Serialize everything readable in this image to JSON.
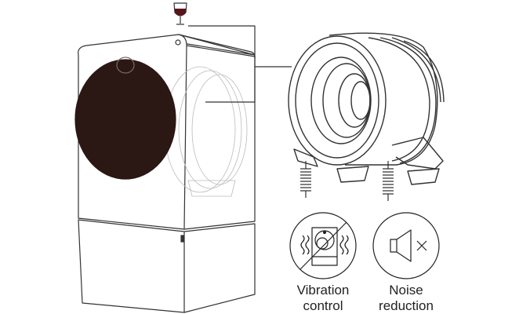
{
  "features": [
    {
      "icon": "vibration-control-icon",
      "label_line1": "Vibration",
      "label_line2": "control"
    },
    {
      "icon": "noise-reduction-icon",
      "label_line1": "Noise",
      "label_line2": "reduction"
    }
  ],
  "colors": {
    "door": "#2b1714",
    "wine": "#5a1418",
    "stroke": "#222222"
  }
}
